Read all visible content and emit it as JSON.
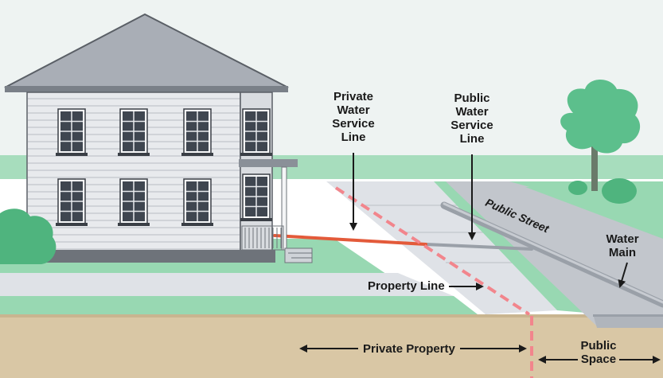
{
  "labels": {
    "private_service": [
      "Private",
      "Water",
      "Service",
      "Line"
    ],
    "public_service": [
      "Public",
      "Water",
      "Service",
      "Line"
    ],
    "public_street": "Public Street",
    "water_main": [
      "Water",
      "Main"
    ],
    "property_line": "Property Line",
    "private_property": "Private Property",
    "public_space": [
      "Public",
      "Space"
    ]
  },
  "colors": {
    "sky": "#eef3f2",
    "lawn": "#98d8b2",
    "lawn_dark": "#6cc590",
    "sidewalk": "#dfe2e7",
    "street": "#c2c6cc",
    "soil": "#d9c7a5",
    "house_siding": "#e8eaed",
    "roof": "#a9aeb6",
    "private_pipe": "#e35a3a",
    "public_pipe": "#9aa0a8",
    "property_line": "#f2858c",
    "tree": "#5cbf8c",
    "shrub": "#4fb47e",
    "ink": "#1a1a1a"
  }
}
